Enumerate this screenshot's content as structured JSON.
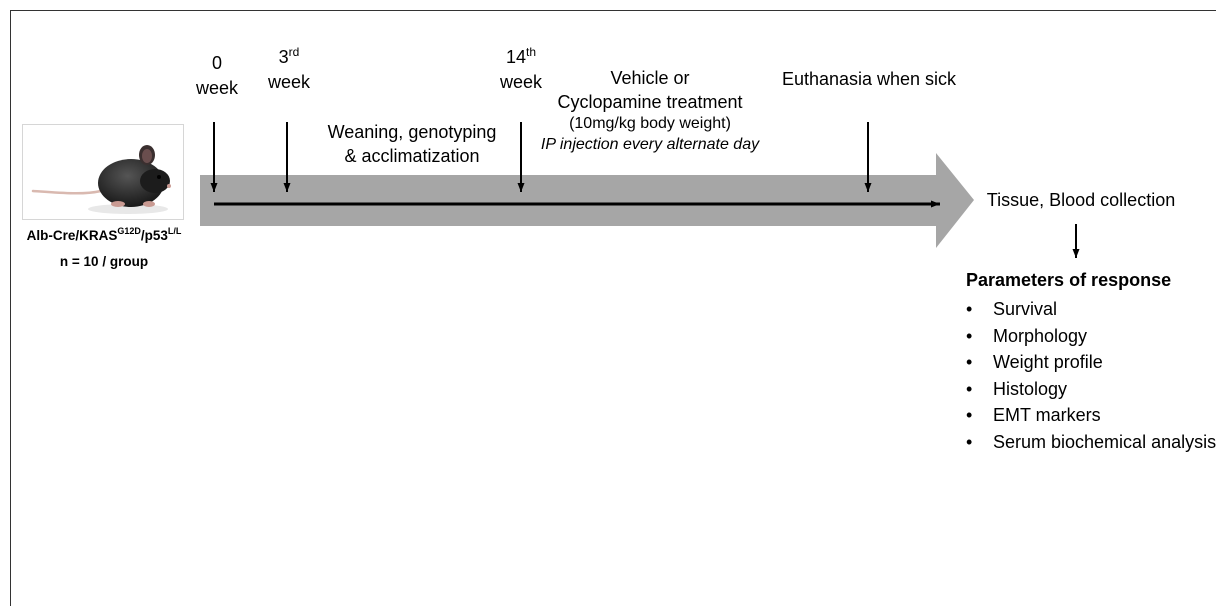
{
  "timeline": {
    "points": [
      {
        "number": "0",
        "sup": "",
        "unit": "week"
      },
      {
        "number": "3",
        "sup": "rd",
        "unit": "week"
      },
      {
        "number": "14",
        "sup": "th",
        "unit": "week"
      }
    ],
    "phase1": {
      "line1": "Weaning, genotyping",
      "line2": "& acclimatization"
    },
    "treatment": {
      "line1": "Vehicle or",
      "line2": "Cyclopamine treatment",
      "line3": "(10mg/kg body weight)",
      "line4": "IP injection every alternate day"
    },
    "euthanasia": "Euthanasia when sick",
    "collection": "Tissue, Blood collection"
  },
  "subject": {
    "strain_parts": [
      "Alb-Cre/KRAS",
      "G12D",
      "/p53",
      "L/L"
    ],
    "group_size": "n = 10 / group"
  },
  "parameters": {
    "title": "Parameters of response",
    "bullet": "•",
    "items": [
      "Survival",
      "Morphology",
      "Weight profile",
      "Histology",
      "EMT markers",
      "Serum biochemical analysis"
    ]
  },
  "colors": {
    "arrow_band": "#a6a6a6",
    "line": "#000000"
  }
}
